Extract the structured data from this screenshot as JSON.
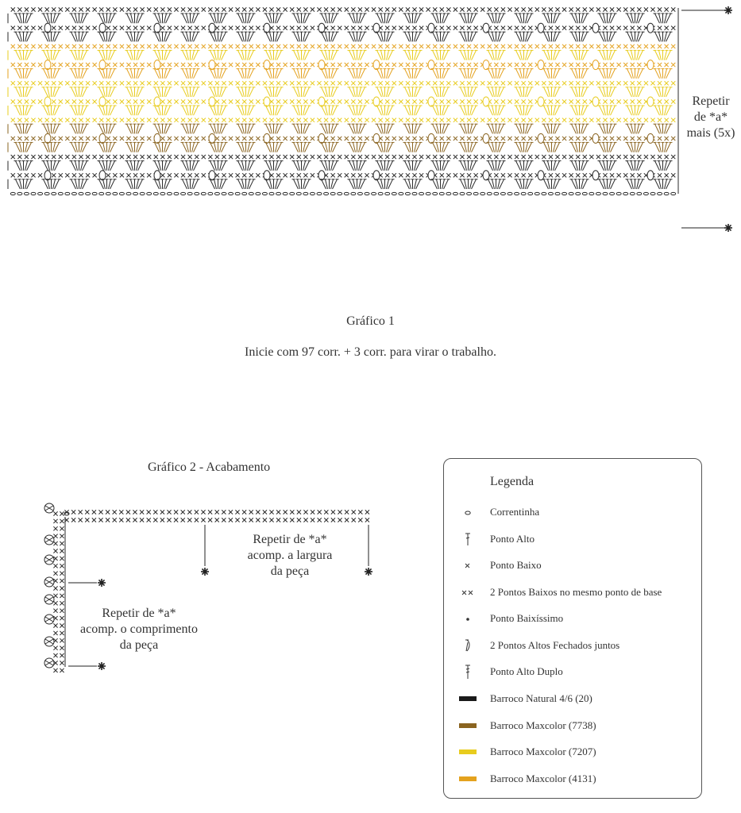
{
  "chart1": {
    "repeat_note": [
      "Repetir",
      "de *a*",
      "mais (5x)"
    ],
    "title": "Gráfico 1",
    "instruction": "Inicie com 97 corr. + 3 corr. para virar o trabalho."
  },
  "chart2": {
    "title": "Gráfico 2 - Acabamento",
    "note_width": [
      "Repetir de *a*",
      "acomp. a largura",
      "da peça"
    ],
    "note_length": [
      "Repetir de *a*",
      "acomp. o comprimento",
      "da peça"
    ]
  },
  "legend": {
    "title": "Legenda",
    "items": [
      {
        "label": "Correntinha",
        "icon": "chain-stitch-icon"
      },
      {
        "label": "Ponto Alto",
        "icon": "double-crochet-icon"
      },
      {
        "label": "Ponto Baixo",
        "icon": "single-crochet-icon"
      },
      {
        "label": "2 Pontos Baixos no mesmo ponto de base",
        "icon": "two-single-crochet-icon"
      },
      {
        "label": "Ponto Baixíssimo",
        "icon": "slip-stitch-icon"
      },
      {
        "label": "2 Pontos Altos Fechados juntos",
        "icon": "dc2tog-icon"
      },
      {
        "label": "Ponto Alto Duplo",
        "icon": "treble-crochet-icon"
      },
      {
        "label": "Barroco Natural 4/6 (20)",
        "icon": "swatch",
        "color": "#1a1a1a"
      },
      {
        "label": "Barroco Maxcolor (7738)",
        "icon": "swatch",
        "color": "#8a6420"
      },
      {
        "label": "Barroco Maxcolor (7207)",
        "icon": "swatch",
        "color": "#e8cc1e"
      },
      {
        "label": "Barroco Maxcolor (4131)",
        "icon": "swatch",
        "color": "#e4a21e"
      }
    ]
  },
  "colors": {
    "black": "#2a2a2a",
    "brown": "#8a6420",
    "orange": "#e4a21e",
    "yellow": "#e8cc1e"
  }
}
